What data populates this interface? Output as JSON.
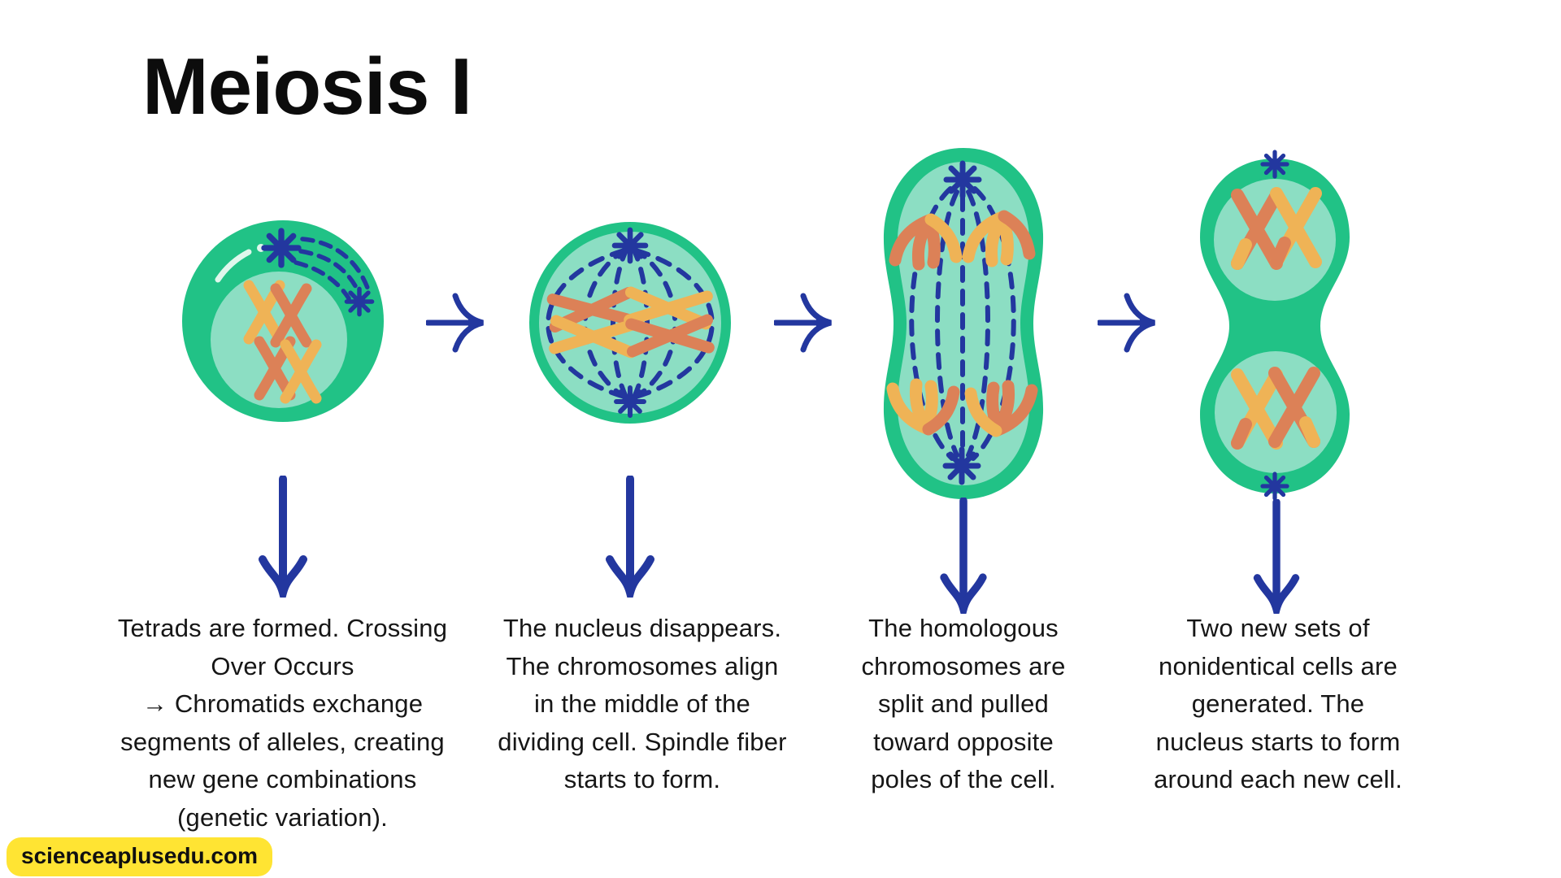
{
  "title": "Meiosis I",
  "watermark": {
    "text": "scienceaplusedu.com"
  },
  "colors": {
    "cell_green": "#21c286",
    "cell_inner": "#8cdec3",
    "spindle_navy": "#23379f",
    "chromosome_orange": "#dc8157",
    "chromosome_yellow": "#efb356",
    "text_dark": "#161616",
    "watermark_yellow": "#ffe433"
  },
  "icons": {
    "spindle_pole": "eight-point-asterisk",
    "arrow_right": "curved-chevron-right-arrow",
    "arrow_down": "swallowtail-down-arrow"
  },
  "stages": [
    {
      "description": "Tetrads are formed. Crossing\nOver Occurs\n→ Chromatids exchange\nsegments of alleles, creating\nnew gene combinations\n(genetic variation)."
    },
    {
      "description": "The nucleus disappears.\nThe chromosomes align\nin the middle of the\ndividing cell. Spindle fiber\nstarts to form."
    },
    {
      "description": "The homologous\nchromosomes are\nsplit and pulled\ntoward opposite\npoles of the cell."
    },
    {
      "description": "Two new sets of\nnonidentical cells are\ngenerated. The\nnucleus starts to form\naround each new cell."
    }
  ]
}
